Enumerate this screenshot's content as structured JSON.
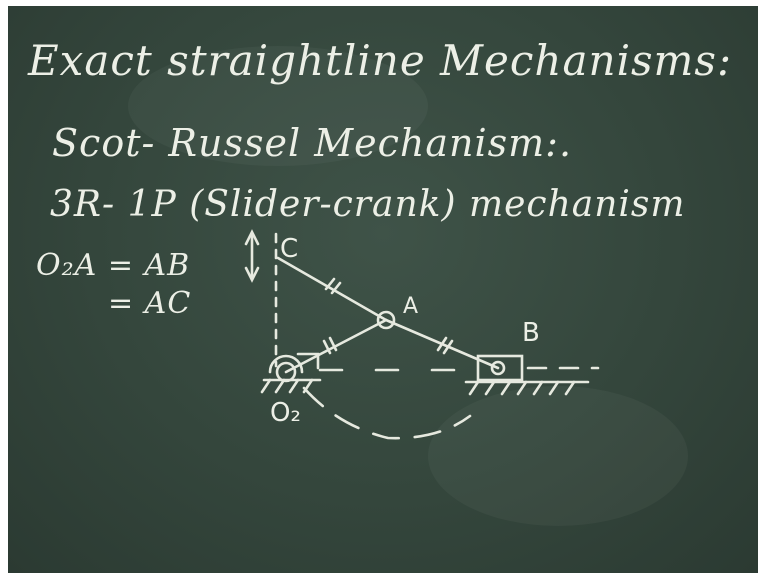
{
  "board": {
    "title": "Exact straightline Mechanisms:",
    "subtitle": "Scot- Russel Mechanism:.",
    "line3": "3R- 1P (Slider-crank) mechanism",
    "equation_line1": "O₂A = AB",
    "equation_line2": "= AC"
  },
  "diagram": {
    "label_c": "C",
    "label_a": "A",
    "label_b": "B",
    "label_o2": "O₂"
  },
  "colors": {
    "board": "#34463c",
    "chalk": "#ecefe6"
  }
}
